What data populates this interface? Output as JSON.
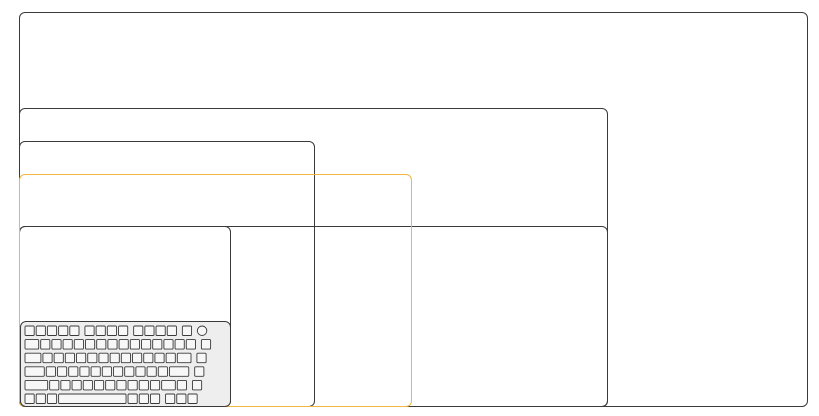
{
  "diagram": {
    "description_visible_text": "",
    "accent_color": "#f2b740",
    "outline_color": "#3a3a3a",
    "keyboard_key_fill": "#f7f7f7",
    "keyboard_body_fill": "#eeeeee",
    "keyboard_rows": [
      [
        "k",
        "k",
        "k",
        "k",
        "k",
        "gap",
        "k",
        "k",
        "k",
        "k",
        "gap",
        "k",
        "k",
        "k",
        "k",
        "gap",
        "k",
        "gap",
        "round"
      ],
      [
        "w",
        "k",
        "k",
        "k",
        "k",
        "k",
        "k",
        "k",
        "k",
        "k",
        "k",
        "k",
        "k",
        "k",
        "k",
        "gap",
        "k"
      ],
      [
        "wl",
        "k",
        "k",
        "k",
        "k",
        "k",
        "k",
        "k",
        "k",
        "k",
        "k",
        "k",
        "k",
        "w",
        "gap",
        "k"
      ],
      [
        "wx",
        "k",
        "k",
        "k",
        "k",
        "k",
        "k",
        "k",
        "k",
        "k",
        "k",
        "k",
        "wx",
        "gap",
        "k"
      ],
      [
        "wxl",
        "k",
        "k",
        "k",
        "k",
        "k",
        "k",
        "k",
        "k",
        "k",
        "k",
        "w",
        "k",
        "gap",
        "k"
      ],
      [
        "k",
        "k",
        "k",
        "space",
        "k",
        "k",
        "k",
        "gap",
        "k",
        "k",
        "k"
      ]
    ]
  }
}
